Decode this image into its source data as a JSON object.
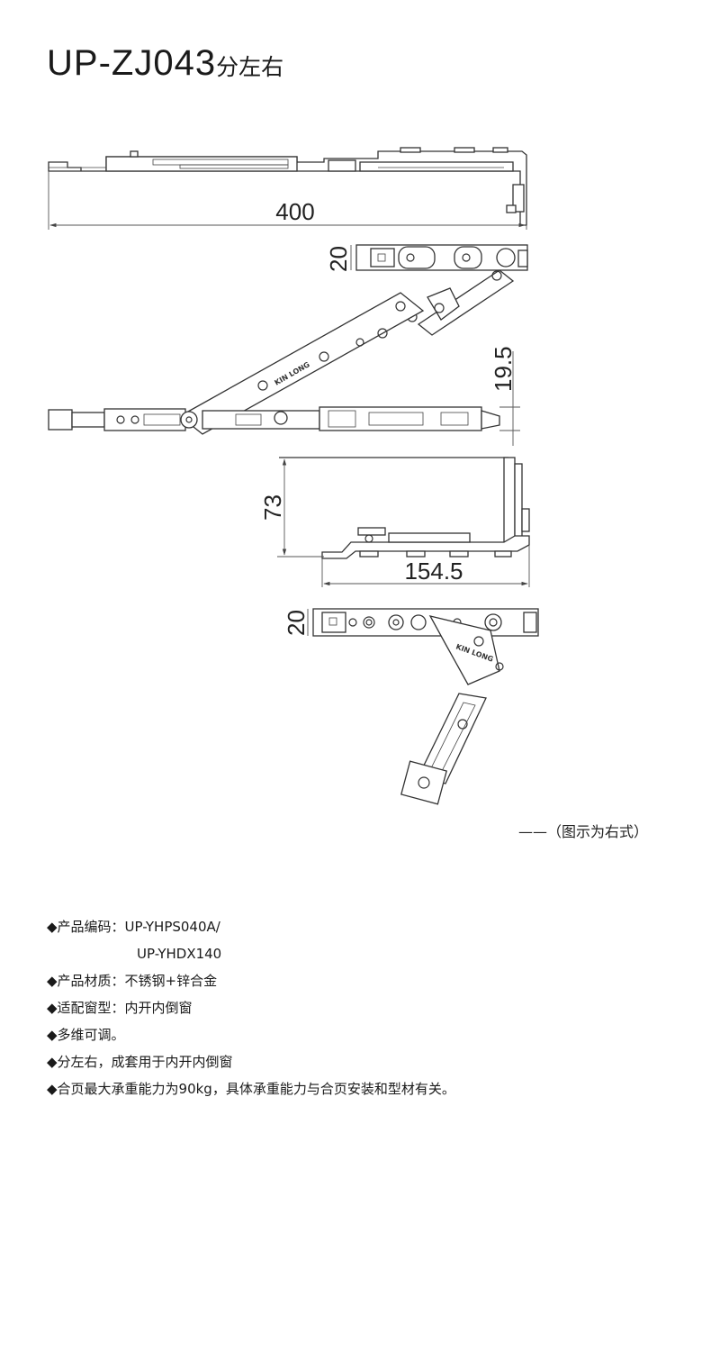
{
  "title": {
    "model": "UP-ZJ043",
    "side_note": "分左右"
  },
  "drawing": {
    "logo_text": "KIN LONG",
    "dimensions": {
      "total_length": "400",
      "arm_width_top": "20",
      "offset": "19.5",
      "height": "73",
      "depth": "154.5",
      "arm_width_bottom": "20"
    }
  },
  "caption": "——（图示为右式）",
  "specs": {
    "code_label": "◆产品编码：",
    "code_value_1": "UP-YHPS040A/",
    "code_value_2": "UP-YHDX140",
    "material": "◆产品材质：不锈钢+锌合金",
    "fit": "◆适配窗型：内开内倒窗",
    "adjust": "◆多维可调。",
    "sides": "◆分左右，成套用于内开内倒窗",
    "load": "◆合页最大承重能力为90kg，具体承重能力与合页安装和型材有关。"
  }
}
